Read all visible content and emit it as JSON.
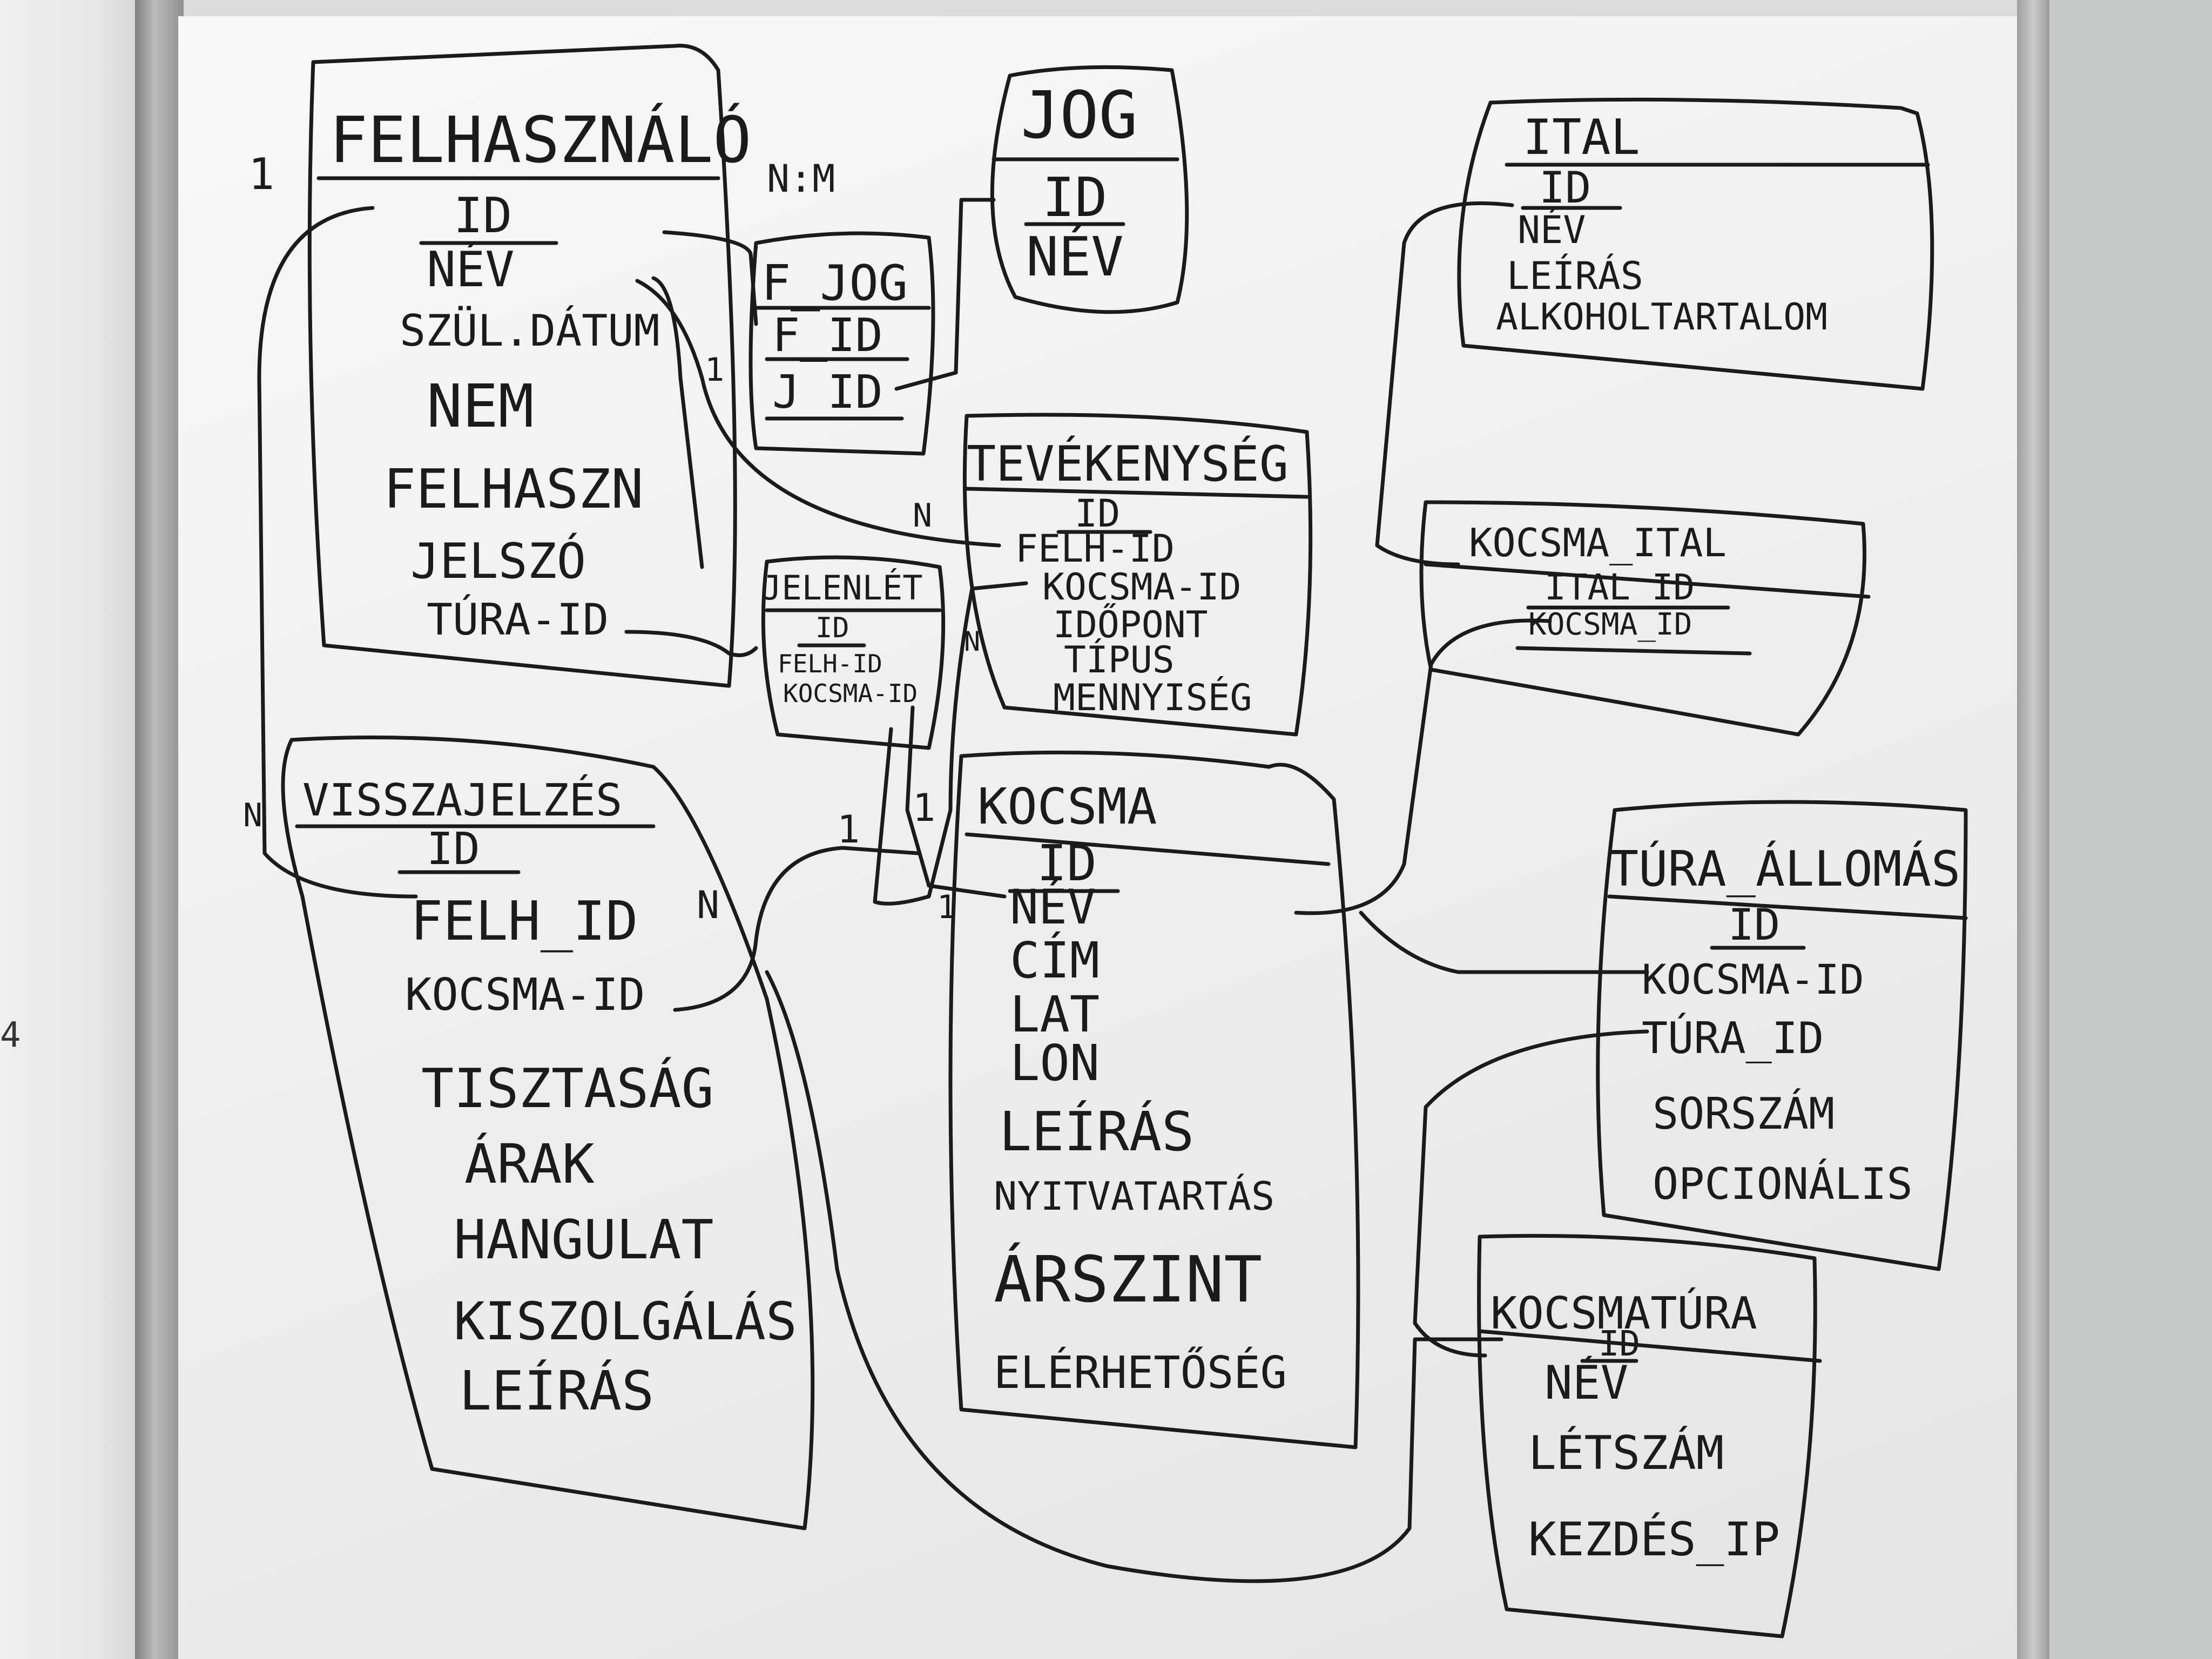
{
  "edge_mark": "4",
  "entities": {
    "felhasznalo": {
      "name": "FELHASZNÁLÓ",
      "fields": [
        "ID",
        "NÉV",
        "SZÜL.DÁTUM",
        "NEM",
        "FELHASZN",
        "JELSZÓ",
        "TÚRA-ID"
      ]
    },
    "jog": {
      "name": "JOG",
      "fields": [
        "ID",
        "NÉV"
      ]
    },
    "f_jog": {
      "name": "F_JOG",
      "fields": [
        "F_ID",
        "J_ID"
      ]
    },
    "ital": {
      "name": "ITAL",
      "fields": [
        "ID",
        "NÉV",
        "LEÍRÁS",
        "ALKOHOLTARTALOM"
      ]
    },
    "tevekenyseg": {
      "name": "TEVÉKENYSÉG",
      "fields": [
        "ID",
        "FELH-ID",
        "KOCSMA-ID",
        "IDŐPONT",
        "TÍPUS",
        "MENNYISÉG"
      ]
    },
    "jelenlet": {
      "name": "JELENLÉT",
      "fields": [
        "ID",
        "FELH-ID",
        "KOCSMA-ID"
      ]
    },
    "kocsma_ital": {
      "name": "KOCSMA_ITAL",
      "fields": [
        "ITAL_ID",
        "KOCSMA_ID"
      ]
    },
    "visszajelzes": {
      "name": "VISSZAJELZÉS",
      "fields": [
        "ID",
        "FELH_ID",
        "KOCSMA-ID",
        "TISZTASÁG",
        "ÁRAK",
        "HANGULAT",
        "KISZOLGÁLÁS",
        "LEÍRÁS"
      ]
    },
    "kocsma": {
      "name": "KOCSMA",
      "fields": [
        "ID",
        "NÉV",
        "CÍM",
        "LAT",
        "LON",
        "LEÍRÁS",
        "NYITVATARTÁS",
        "ÁRSZINT",
        "ELÉRHETŐSÉG"
      ]
    },
    "tura_allomas": {
      "name": "TÚRA_ÁLLOMÁS",
      "fields": [
        "ID",
        "KOCSMA-ID",
        "TÚRA_ID",
        "SORSZÁM",
        "OPCIONÁLIS"
      ]
    },
    "kocsmatura": {
      "name": "KOCSMATÚRA",
      "fields": [
        "ID",
        "NÉV",
        "LÉTSZÁM",
        "KEZDÉS_IP"
      ]
    }
  },
  "cardinality": {
    "n_m": "N:M",
    "one_a": "1",
    "one_b": "1",
    "one_c": "1",
    "one_d": "1",
    "one_e": "1",
    "n_a": "N",
    "n_b": "N",
    "n_c": "N",
    "n_d": "N"
  }
}
